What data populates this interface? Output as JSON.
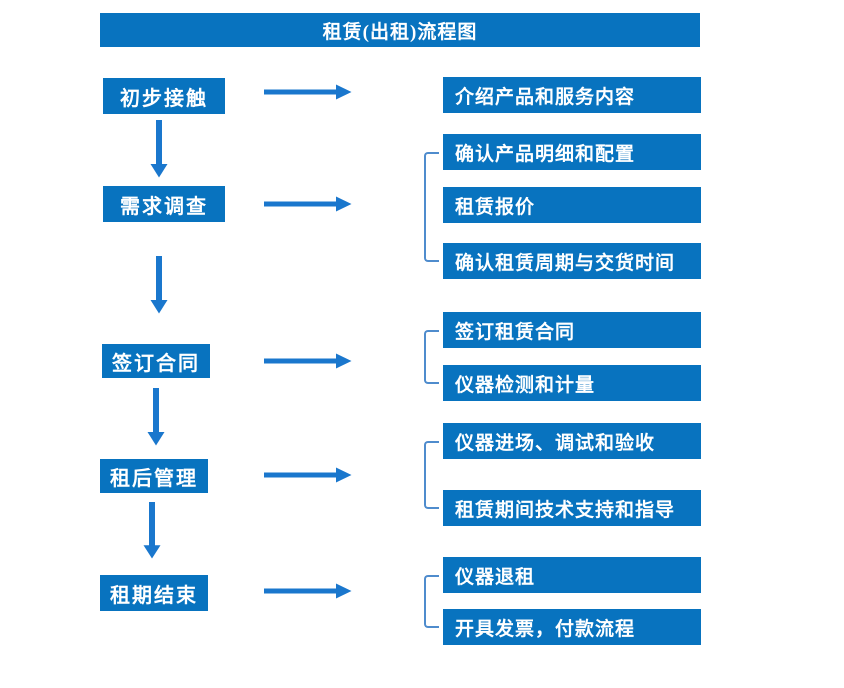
{
  "title": "租赁(出租)流程图",
  "steps": [
    {
      "label": "初步接触",
      "details": [
        "介绍产品和服务内容"
      ]
    },
    {
      "label": "需求调查",
      "details": [
        "确认产品明细和配置",
        "租赁报价",
        "确认租赁周期与交货时间"
      ]
    },
    {
      "label": "签订合同",
      "details": [
        "签订租赁合同",
        "仪器检测和计量"
      ]
    },
    {
      "label": "租后管理",
      "details": [
        "仪器进场、调试和验收",
        "租赁期间技术支持和指导"
      ]
    },
    {
      "label": "租期结束",
      "details": [
        "仪器退租",
        "开具发票，付款流程"
      ]
    }
  ],
  "colors": {
    "box_blue": "#0873bf",
    "arrow_blue": "#1a77cd",
    "bracket_blue": "#4f8ccd",
    "text_white": "#ffffff"
  }
}
